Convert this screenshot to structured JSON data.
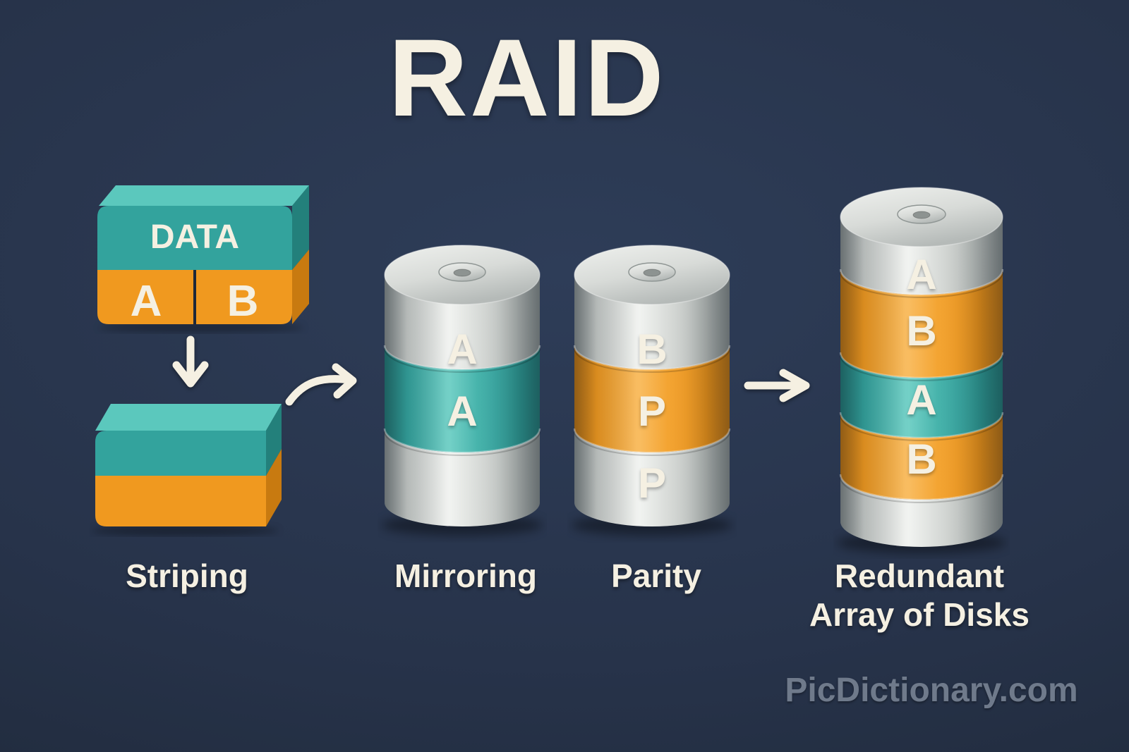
{
  "title": "RAID",
  "watermark": "PicDictionary.com",
  "colors": {
    "bg": "#27334a",
    "bg-light": "#2e3d58",
    "bg-dark": "#1e2838",
    "teal": "#33a39d",
    "teal-light": "#5bc8bd",
    "teal-dark": "#23807b",
    "orange": "#f0991f",
    "orange-light": "#f8b145",
    "orange-dark": "#c87a10",
    "silver": "#c8ccc9",
    "silver-light": "#eff1ee",
    "silver-pale": "#d8dbd8",
    "silver-mid": "#b5bab8",
    "silver-dark": "#8f9694",
    "hub-hole": "#8d9391",
    "cream": "#f5f0e2",
    "watermark": "#6f7a8b"
  },
  "sections": {
    "striping": {
      "label": "Striping",
      "data_block": {
        "title": "DATA",
        "cells": [
          "A",
          "B"
        ]
      }
    },
    "mirroring": {
      "label": "Mirroring",
      "platters": [
        {
          "label": "A",
          "color": "silver"
        },
        {
          "label": "A",
          "color": "teal"
        },
        {
          "label": "",
          "color": "silver"
        }
      ]
    },
    "parity": {
      "label": "Parity",
      "platters": [
        {
          "label": "B",
          "color": "silver"
        },
        {
          "label": "P",
          "color": "orange"
        },
        {
          "label": "P",
          "color": "silver"
        }
      ]
    },
    "redundant": {
      "label_line1": "Redundant",
      "label_line2": "Array of Disks",
      "platters": [
        {
          "label": "A",
          "color": "silver"
        },
        {
          "label": "B",
          "color": "orange"
        },
        {
          "label": "A",
          "color": "teal"
        },
        {
          "label": "B",
          "color": "orange"
        },
        {
          "label": "",
          "color": "silver"
        }
      ]
    }
  }
}
